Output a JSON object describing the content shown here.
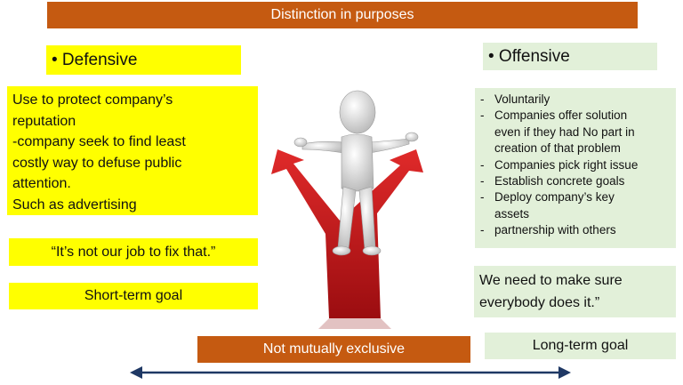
{
  "title": "Distinction in purposes",
  "defensive": {
    "heading": "• Defensive",
    "description_lines": [
      "Use to protect company’s",
      "reputation",
      "-company seek to find least",
      "costly way to defuse public",
      "attention.",
      "Such as advertising"
    ],
    "quote": "“It’s not our job to fix that.”",
    "goal": "Short-term goal"
  },
  "offensive": {
    "heading": "• Offensive",
    "items": [
      [
        "Voluntarily"
      ],
      [
        "Companies offer solution",
        "even if they had No part in",
        "creation of that problem"
      ],
      [
        "Companies pick right issue"
      ],
      [
        "Establish concrete goals"
      ],
      [
        "Deploy company’s key",
        "assets"
      ],
      [
        "partnership with others"
      ]
    ],
    "quote_lines": [
      "We need to make sure",
      "everybody does it.”"
    ],
    "goal": "Long-term goal"
  },
  "footer": "Not mutually exclusive",
  "colors": {
    "accent": "#c55a11",
    "defensive_bg": "#ffff00",
    "offensive_bg": "#e2f0d9",
    "arrow": "#1f3864",
    "road": "#c0181b"
  },
  "illustration": "stick-figure-at-crossroads-icon"
}
